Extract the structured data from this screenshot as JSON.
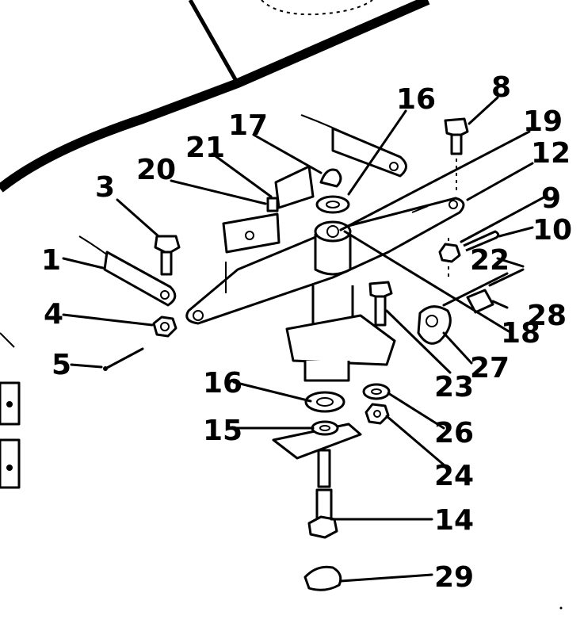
{
  "colors": {
    "ink": "#000000",
    "paper": "#ffffff"
  },
  "callouts": {
    "c1": "1",
    "c3": "3",
    "c4": "4",
    "c5": "5",
    "c8": "8",
    "c9": "9",
    "c10": "10",
    "c12": "12",
    "c14": "14",
    "c15": "15",
    "c16a": "16",
    "c16b": "16",
    "c17": "17",
    "c18": "18",
    "c19": "19",
    "c20": "20",
    "c21": "21",
    "c22": "22",
    "c23": "23",
    "c24": "24",
    "c26": "26",
    "c27": "27",
    "c28": "28",
    "c29": "29"
  }
}
